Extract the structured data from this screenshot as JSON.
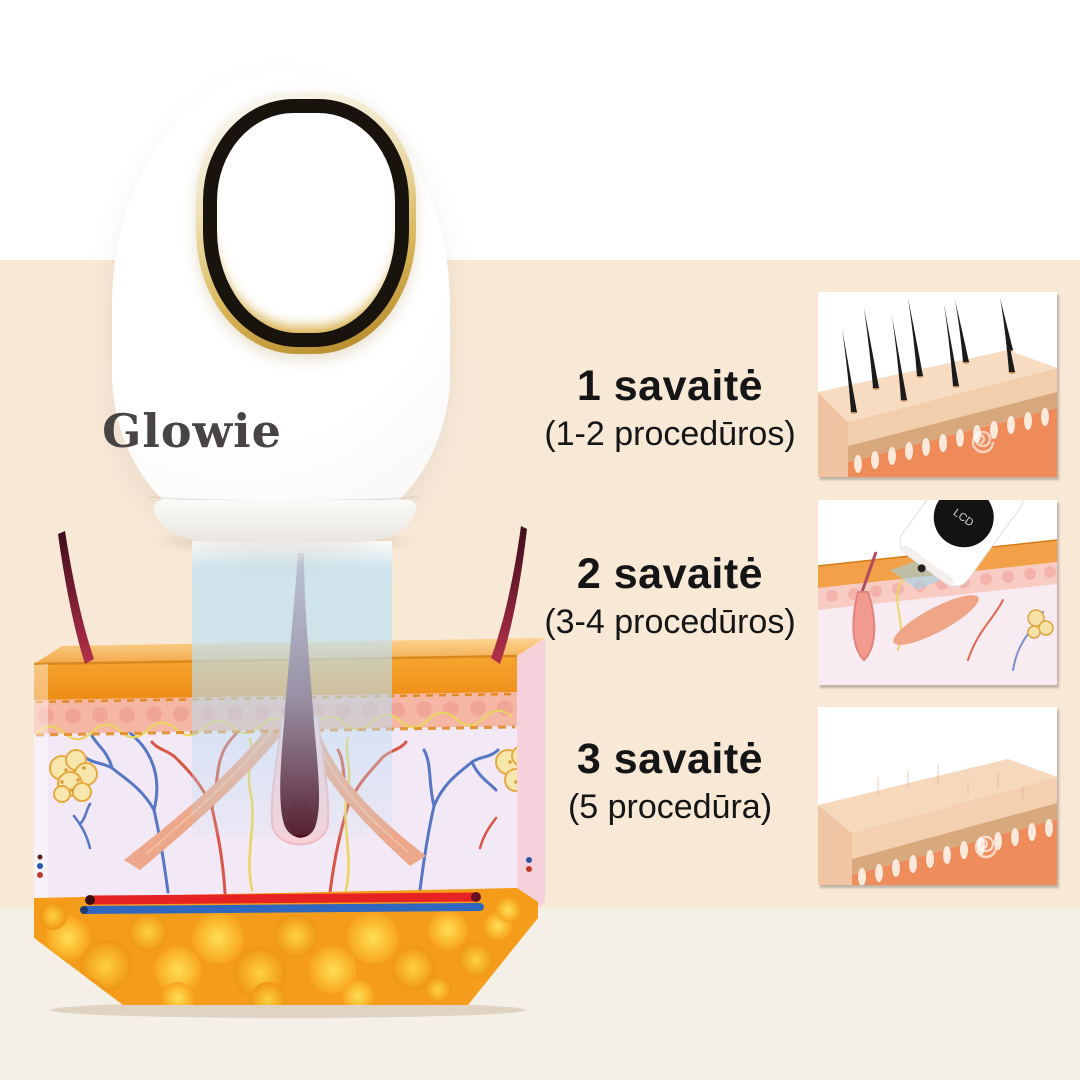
{
  "brand": "Glowie",
  "steps": [
    {
      "title": "1 savaitė",
      "subtitle": "(1-2 procedūros)",
      "illustration": "skin-with-hairs"
    },
    {
      "title": "2 savaitė",
      "subtitle": "(3-4 procedūros)",
      "illustration": "ipl-device-treating-skin",
      "display_label": "LCD"
    },
    {
      "title": "3 savaitė",
      "subtitle": "(5 procedūra)",
      "illustration": "smooth-skin"
    }
  ],
  "colors": {
    "background_top": "#ffffff",
    "background_middle": "#f8e8d6",
    "background_bottom": "#f5f0e7",
    "text": "#151515",
    "brand_text": "#474443",
    "gold_ring": "#c79b33",
    "beam": "#bddef0"
  }
}
